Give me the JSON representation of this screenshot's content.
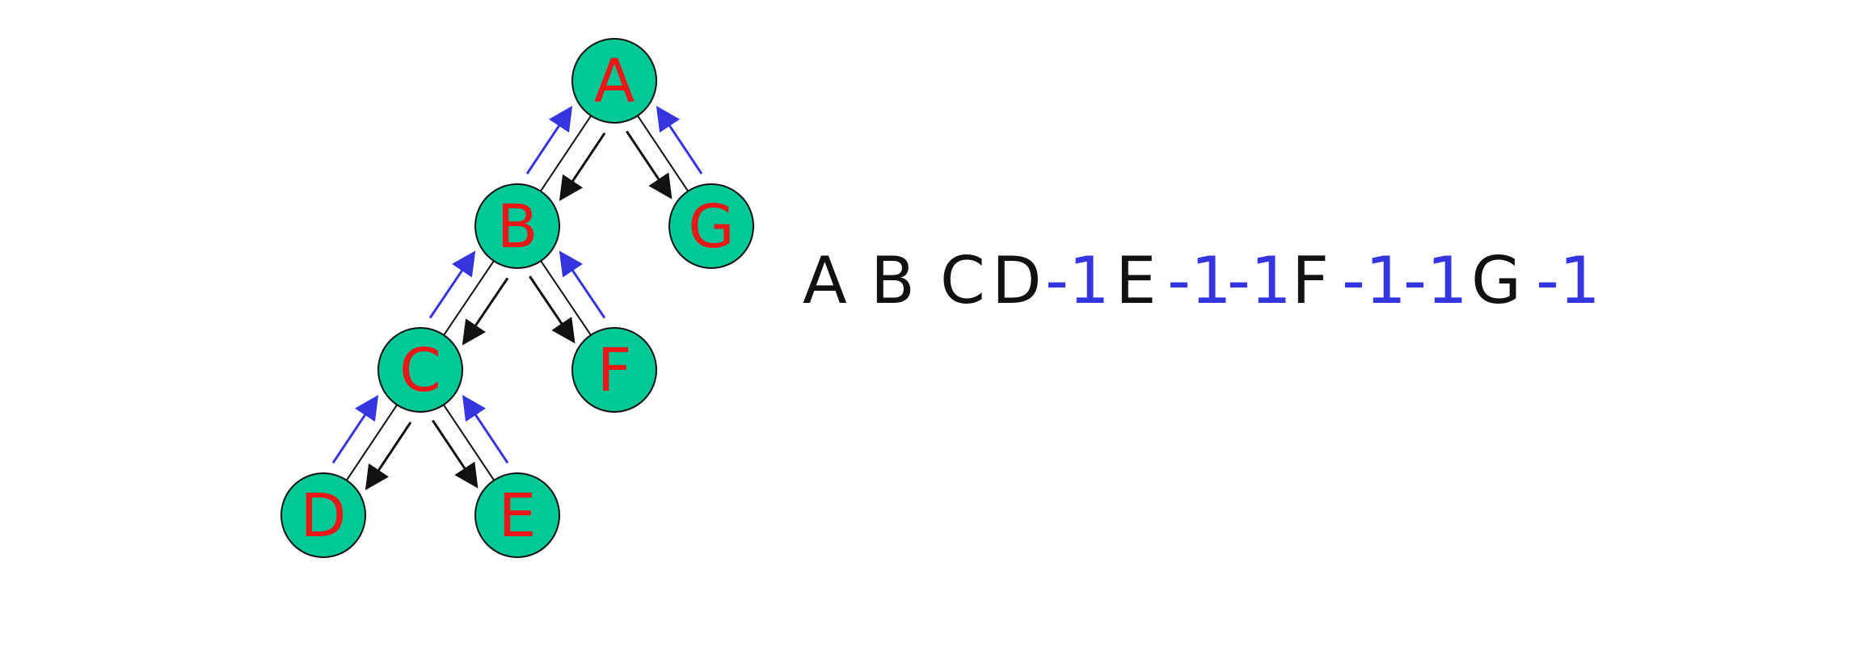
{
  "colors": {
    "node_fill": "#00c896",
    "node_stroke": "#111111",
    "node_text": "#e81818",
    "arrow_down": "#111111",
    "arrow_up": "#3535e0",
    "seq_letter": "#111111",
    "seq_marker": "#3535e0"
  },
  "tree": {
    "nodes": [
      {
        "id": "A",
        "label": "A"
      },
      {
        "id": "B",
        "label": "B"
      },
      {
        "id": "C",
        "label": "C"
      },
      {
        "id": "D",
        "label": "D"
      },
      {
        "id": "E",
        "label": "E"
      },
      {
        "id": "F",
        "label": "F"
      },
      {
        "id": "G",
        "label": "G"
      }
    ],
    "edges": [
      {
        "from": "A",
        "to": "B"
      },
      {
        "from": "A",
        "to": "G"
      },
      {
        "from": "B",
        "to": "C"
      },
      {
        "from": "B",
        "to": "F"
      },
      {
        "from": "C",
        "to": "D"
      },
      {
        "from": "C",
        "to": "E"
      }
    ]
  },
  "sequence": [
    {
      "text": "A",
      "kind": "letter"
    },
    {
      "text": "B",
      "kind": "letter"
    },
    {
      "text": "C",
      "kind": "letter"
    },
    {
      "text": "D",
      "kind": "letter"
    },
    {
      "text": "-1",
      "kind": "marker"
    },
    {
      "text": "E",
      "kind": "letter"
    },
    {
      "text": "-1",
      "kind": "marker"
    },
    {
      "text": "-1",
      "kind": "marker"
    },
    {
      "text": "F",
      "kind": "letter"
    },
    {
      "text": "-1",
      "kind": "marker"
    },
    {
      "text": "-1",
      "kind": "marker"
    },
    {
      "text": "G",
      "kind": "letter"
    },
    {
      "text": "-1",
      "kind": "marker"
    }
  ]
}
